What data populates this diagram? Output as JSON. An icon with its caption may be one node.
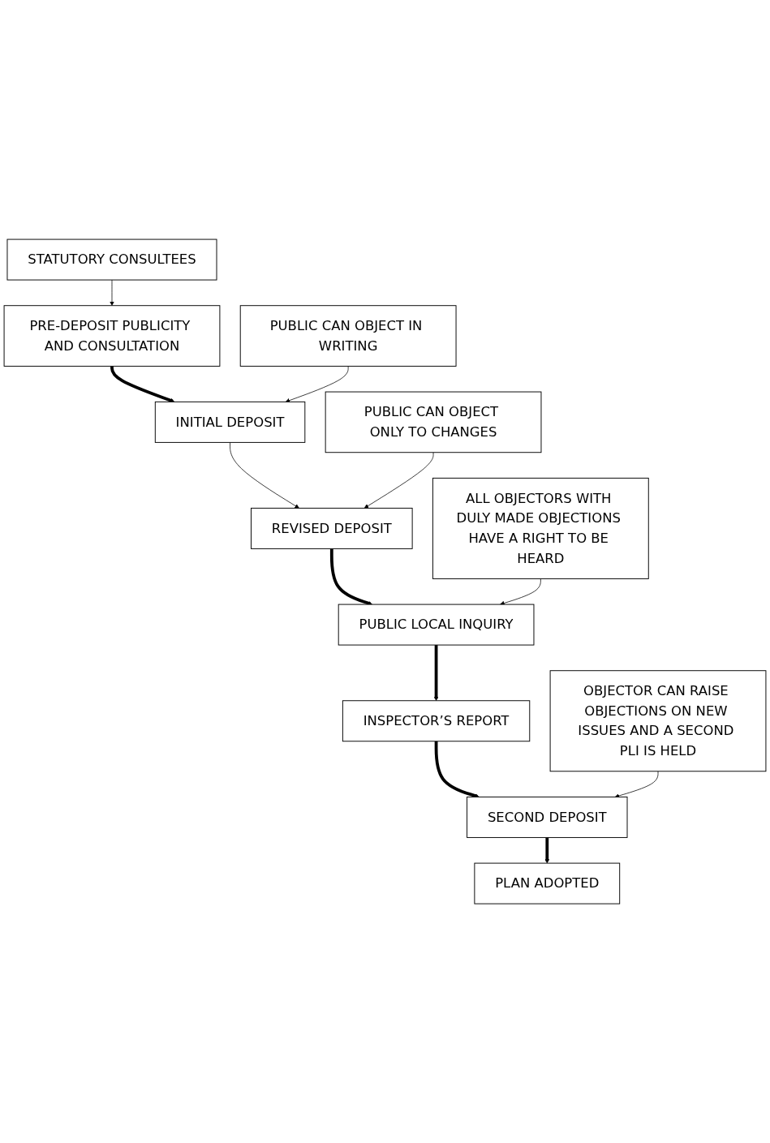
{
  "diagram": {
    "nodes": [
      {
        "text": [
          "PRE-DEPOSIT PUBLICITY AND CONSULTATION"
        ]
      },
      {
        "text": [
          "STATUTORY CONSULTEES"
        ]
      },
      {
        "text": [
          "INITIAL DEPOSIT"
        ]
      },
      {
        "text": [
          "PUBLIC CAN OBJECT IN WRITING"
        ]
      },
      {
        "text": [
          "REVISED DEPOSIT"
        ]
      },
      {
        "text": [
          "PUBLIC CAN OBJECT ONLY TO CHANGES"
        ]
      },
      {
        "text": [
          "PUBLIC LOCAL INQUIRY"
        ]
      },
      {
        "text": [
          "ALL OBJECTORS WITH DULY MADE OBJECTIONS HAVE A RIGHT TO BE HEARD"
        ]
      },
      {
        "text": [
          "INSPECTOR’S REPORT"
        ]
      },
      {
        "text": [
          "SECOND DEPOSIT"
        ]
      },
      {
        "text": [
          "OBJECTOR CAN RAISE OBJECTIONS ON NEW ISSUES AND A SECOND PLI IS HELD"
        ]
      },
      {
        "text": [
          "PLAN ADOPTED"
        ]
      }
    ],
    "edges": [
      {
        "from": 1,
        "to": 0,
        "arrow": "to"
      },
      {
        "from": 0,
        "to": 2,
        "arrow": "to",
        "style": "thick"
      },
      {
        "from": 3,
        "to": 2,
        "arrow": "to"
      },
      {
        "from": 2,
        "to": 4,
        "arrow": "to"
      },
      {
        "from": 5,
        "to": 4,
        "arrow": "to"
      },
      {
        "from": 4,
        "to": 6,
        "arrow": "to",
        "style": "thick"
      },
      {
        "from": 7,
        "to": 6,
        "arrow": "to"
      },
      {
        "from": 6,
        "to": 8,
        "arrow": "to",
        "style": "thick"
      },
      {
        "from": 8,
        "to": 9,
        "arrow": "to",
        "style": "thick"
      },
      {
        "from": 10,
        "to": 9,
        "arrow": "to"
      },
      {
        "from": 9,
        "to": 11,
        "arrow": "to",
        "style": "thick"
      }
    ]
  }
}
